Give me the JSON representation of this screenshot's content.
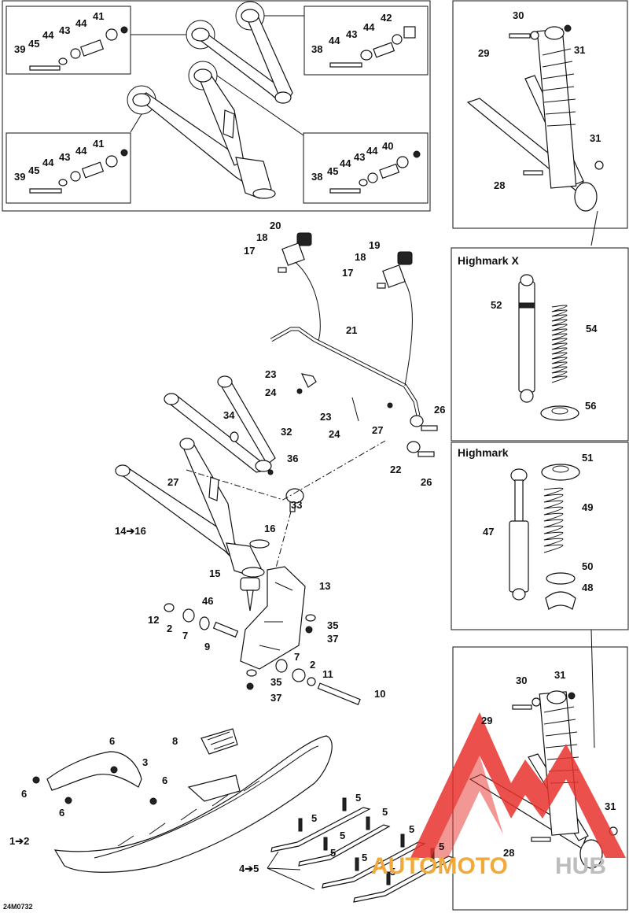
{
  "diagram_code": "24M0732",
  "panels": {
    "highmark_x": {
      "title": "Highmark X"
    },
    "highmark": {
      "title": "Highmark"
    }
  },
  "watermark": {
    "brand_left": "AUTOMOTO",
    "brand_right": "HUB",
    "logo_color": "#e8322d",
    "accent_color": "#f2a93b"
  },
  "callouts": {
    "c39a": "39",
    "c45a": "45",
    "c44a": "44",
    "c43a": "43",
    "c44b": "44",
    "c41a": "41",
    "c38a": "38",
    "c44c": "44",
    "c43b": "43",
    "c44d": "44",
    "c42": "42",
    "c39b": "39",
    "c45b": "45",
    "c44e": "44",
    "c43c": "43",
    "c44f": "44",
    "c41b": "41",
    "c38b": "38",
    "c45c": "45",
    "c44g": "44",
    "c43d": "43",
    "c44h": "44",
    "c40": "40",
    "c30a": "30",
    "c29a": "29",
    "c31a": "31",
    "c31b": "31",
    "c28a": "28",
    "c20": "20",
    "c18a": "18",
    "c17a": "17",
    "c19": "19",
    "c18b": "18",
    "c17b": "17",
    "c21": "21",
    "c23a": "23",
    "c24a": "24",
    "c23b": "23",
    "c24b": "24",
    "c27a": "27",
    "c26a": "26",
    "c22": "22",
    "c26b": "26",
    "c34": "34",
    "c32": "32",
    "c36": "36",
    "c27b": "27",
    "c33": "33",
    "c14_16": "14➔16",
    "c16": "16",
    "c15": "15",
    "c13": "13",
    "c46": "46",
    "c12": "12",
    "c2a": "2",
    "c7a": "7",
    "c9": "9",
    "c35a": "35",
    "c37a": "37",
    "c7b": "7",
    "c2b": "2",
    "c11": "11",
    "c35b": "35",
    "c37b": "37",
    "c10": "10",
    "c52": "52",
    "c54": "54",
    "c56": "56",
    "c51": "51",
    "c49": "49",
    "c47": "47",
    "c50": "50",
    "c48": "48",
    "c30b": "30",
    "c31c": "31",
    "c29b": "29",
    "c31d": "31",
    "c28b": "28",
    "c8": "8",
    "c6a": "6",
    "c3": "3",
    "c6b": "6",
    "c6c": "6",
    "c6d": "6",
    "c1_2": "1➔2",
    "c4_5": "4➔5",
    "c5a": "5",
    "c5b": "5",
    "c5c": "5",
    "c5d": "5",
    "c5e": "5",
    "c5f": "5",
    "c5g": "5",
    "c5h": "5",
    "c5i": "5"
  }
}
